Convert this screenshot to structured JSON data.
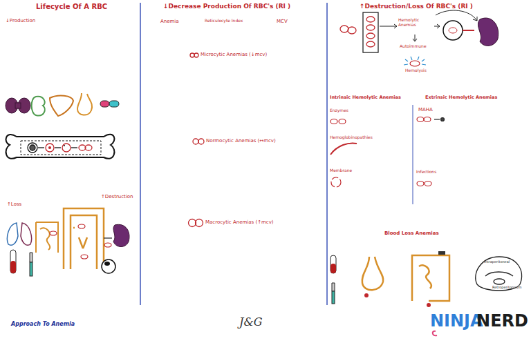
{
  "diagram": {
    "caption": "Approach To Anemia",
    "labels": [
      "Lifecycle Of A RBC",
      "↓Production",
      "↑Destruction",
      "↑Loss",
      "↓Decrease Production Of RBC's (RI )",
      "Anemia",
      "Reticulocyte Index",
      "MCV",
      "Microcytic Anemias (↓mcv)",
      "Normocytic Anemias (↔mcv)",
      "Macrocytic Anemias (↑mcv)",
      "↑Destruction/Loss Of RBC's (RI )",
      "Hemolytic Anemias",
      "Autoimmune",
      "Hemolysis",
      "Intrinsic Hemolytic Anemias",
      "Extrinsic Hemolytic Anemias",
      "Enzymes",
      "Hemoglobinopathies",
      "Membrane",
      "MAHA",
      "Infections",
      "Blood Loss Anemias",
      "Intraperitoneal",
      "Retroperitoneum",
      "J&G",
      "NINJA",
      "NERD"
    ]
  }
}
